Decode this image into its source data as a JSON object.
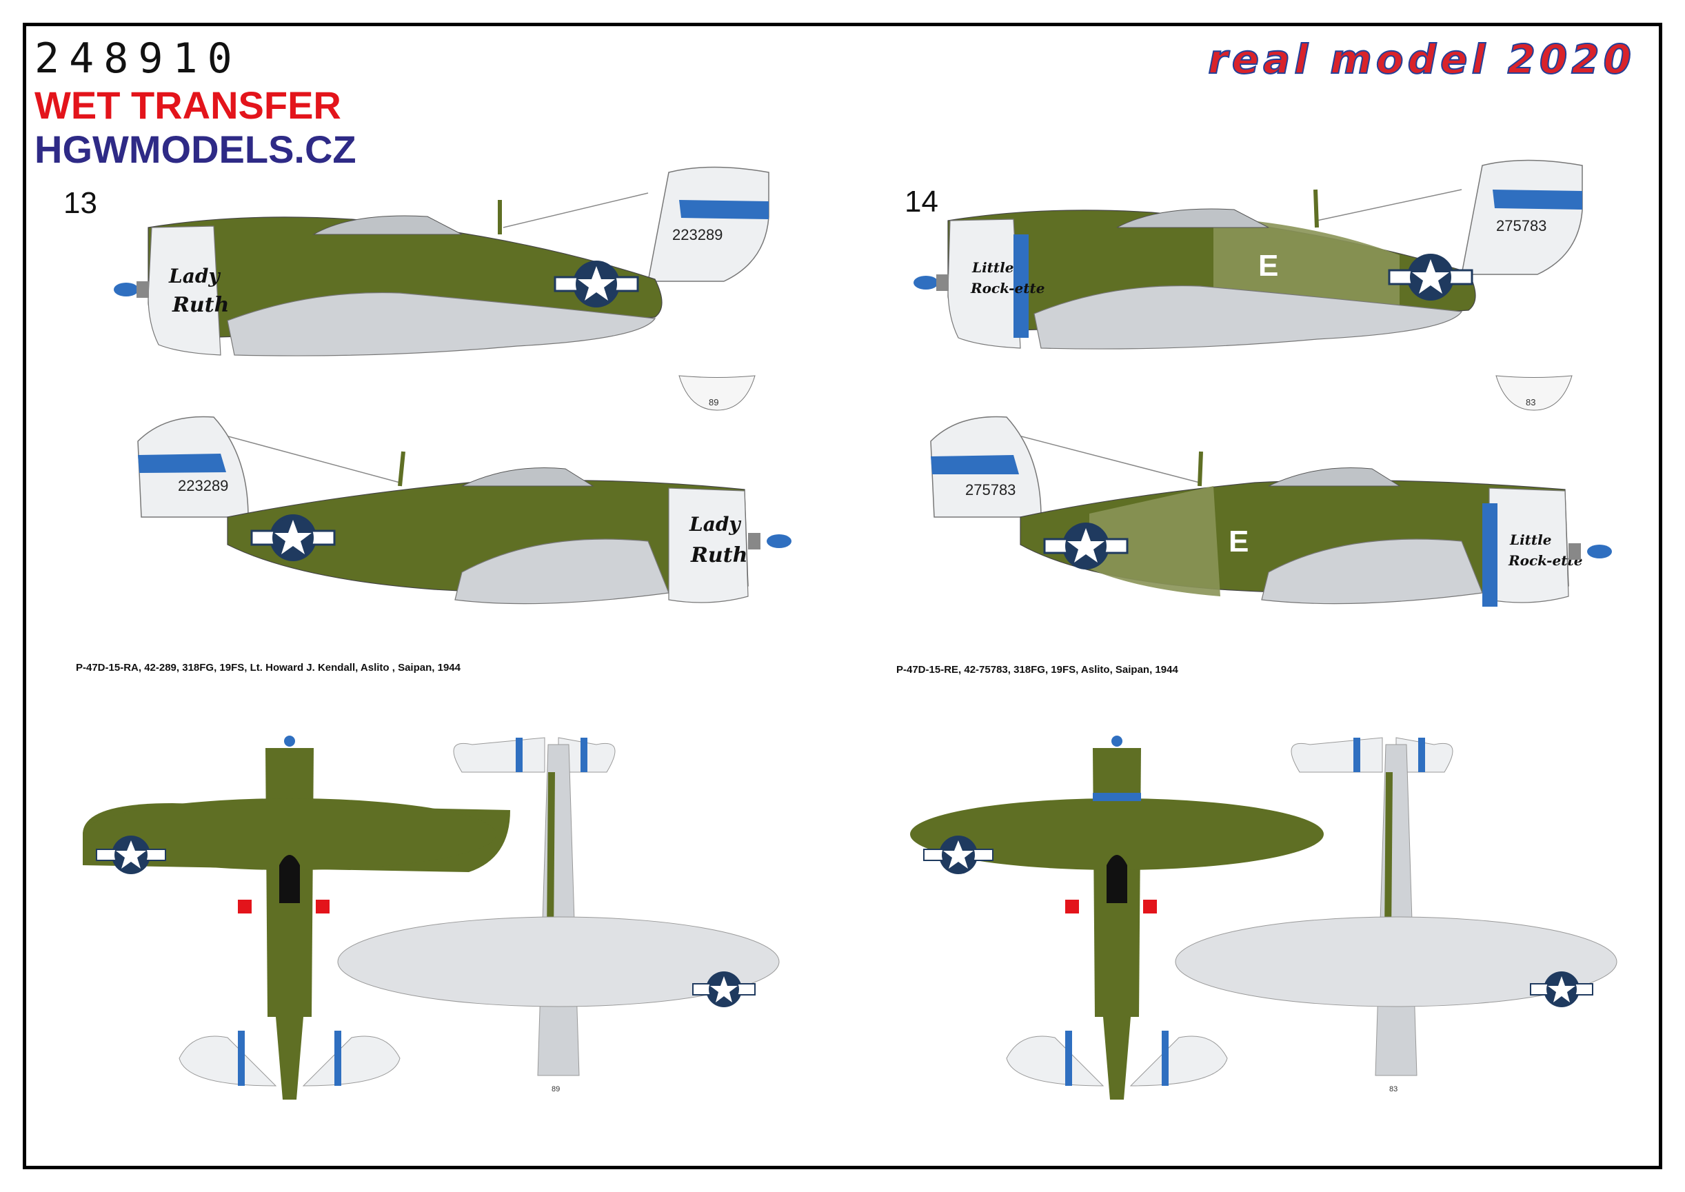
{
  "header": {
    "product_code": "248910",
    "transfer_type": "WET TRANSFER",
    "website": "HGWMODELS.CZ",
    "brand": "real model 2020"
  },
  "profiles": [
    {
      "number": "13",
      "serial": "223289",
      "nose_art": [
        "Lady",
        "Ruth"
      ],
      "hood_marking": "89",
      "caption": "P-47D-15-RA, 42-289, 318FG, 19FS,  Lt. Howard J. Kendall, Aslito , Saipan, 1944"
    },
    {
      "number": "14",
      "serial": "275783",
      "nose_art": [
        "Little",
        "Rock-ette"
      ],
      "fuselage_letter": "E",
      "hood_marking": "83",
      "caption": "P-47D-15-RE, 42-75783, 318FG, 19FS, Aslito, Saipan, 1944"
    }
  ],
  "colors": {
    "olive_drab": "#5f6f24",
    "olive_light": "#8a9456",
    "neutral_gray": "#cfd2d6",
    "white": "#f1f2f3",
    "insignia_blue": "#1f3a5f",
    "tail_band_blue": "#2f6fc0",
    "prop_blue": "#2f6fc0",
    "warning_red": "#e3141b"
  }
}
